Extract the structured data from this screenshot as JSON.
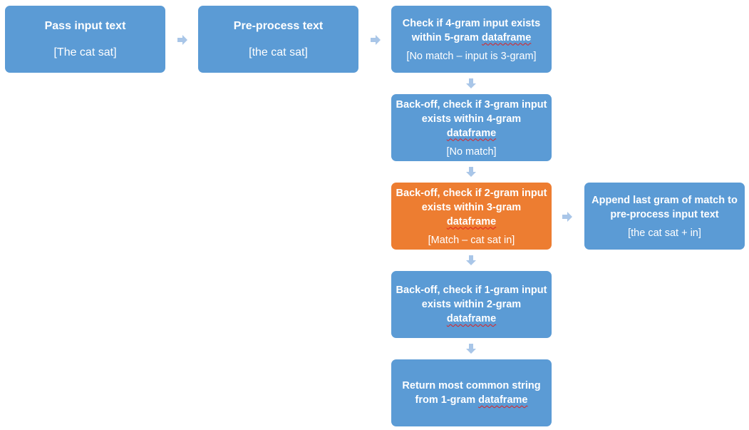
{
  "colors": {
    "blue": "#5B9BD5",
    "orange": "#ED7D31",
    "arrow": "#A9C6E8"
  },
  "steps": {
    "pass_input": {
      "title": "Pass input text",
      "detail": "[The cat sat]"
    },
    "preprocess": {
      "title": "Pre-process text",
      "detail": "[the cat sat]"
    },
    "check_4gram": {
      "title_a": "Check if 4-gram input exists within 5-gram",
      "title_b": "dataframe",
      "detail": "[No match – input is 3-gram]"
    },
    "backoff_3gram": {
      "title_a": "Back-off, check if 3-gram input exists within 4-gram",
      "title_b": "dataframe",
      "detail": "[No match]"
    },
    "backoff_2gram": {
      "title_a": "Back-off, check if 2-gram input exists within 3-gram",
      "title_b": "dataframe",
      "detail": "[Match – cat sat in]"
    },
    "append": {
      "title": "Append last gram of match to pre-process input text",
      "detail": "[the cat sat + in]"
    },
    "backoff_1gram": {
      "title_a": "Back-off, check if 1-gram input exists within 2-gram",
      "title_b": "dataframe"
    },
    "return": {
      "title_a": "Return most common string from 1-gram",
      "title_b": "dataframe"
    }
  },
  "arrows": [
    {
      "from": "pass_input",
      "to": "preprocess",
      "direction": "right"
    },
    {
      "from": "preprocess",
      "to": "check_4gram",
      "direction": "right"
    },
    {
      "from": "check_4gram",
      "to": "backoff_3gram",
      "direction": "down"
    },
    {
      "from": "backoff_3gram",
      "to": "backoff_2gram",
      "direction": "down"
    },
    {
      "from": "backoff_2gram",
      "to": "append",
      "direction": "right"
    },
    {
      "from": "backoff_2gram",
      "to": "backoff_1gram",
      "direction": "down"
    },
    {
      "from": "backoff_1gram",
      "to": "return",
      "direction": "down"
    }
  ]
}
